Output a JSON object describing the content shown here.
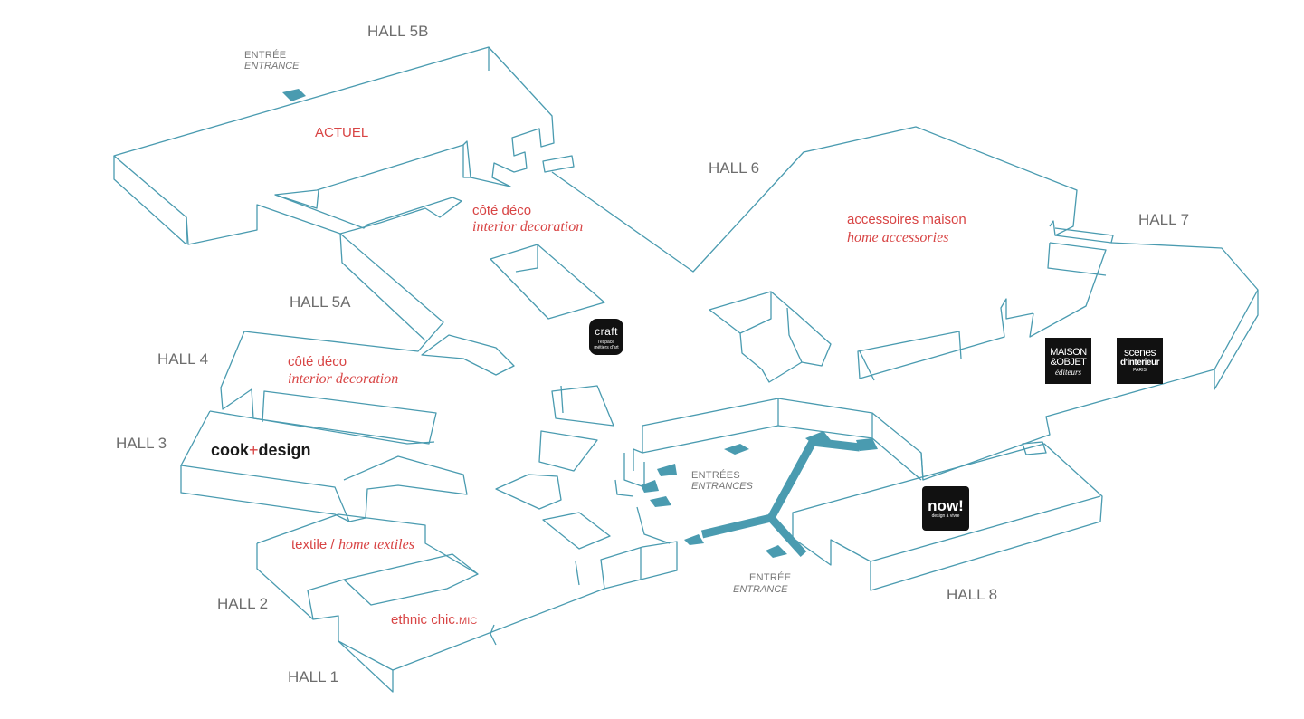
{
  "halls": {
    "h5b": "HALL 5B",
    "h6": "HALL 6",
    "h7": "HALL 7",
    "h5a": "HALL 5A",
    "h4": "HALL 4",
    "h3": "HALL 3",
    "h2": "HALL 2",
    "h1": "HALL 1",
    "h8": "HALL 8"
  },
  "sections": {
    "actuel": "ACTUEL",
    "cote_deco_fr": "côté déco",
    "cote_deco_en": "interior decoration",
    "accessoires_fr": "accessoires maison",
    "accessoires_en": "home accessories",
    "cote_deco2_fr": "côté déco",
    "cote_deco2_en": "interior decoration",
    "textile_fr": "textile /",
    "textile_en": "home textiles",
    "ethnic": "ethnic chic.",
    "ethnic_mic": "MIC",
    "cook_a": "cook",
    "cook_plus": "+",
    "cook_b": "design"
  },
  "entrances": {
    "top_fr": "ENTRÉE",
    "top_en": "ENTRANCE",
    "mid_fr": "ENTRÉES",
    "mid_en": "ENTRANCES",
    "bottom_fr": "ENTRÉE",
    "bottom_en": "ENTRANCE"
  },
  "logos": {
    "craft_title": "craft",
    "craft_sub1": "l'espace",
    "craft_sub2": "métiers d'art",
    "mo_line1": "MAISON",
    "mo_line2": "&OBJET",
    "mo_line3": "éditeurs",
    "scenes_line1": "scenes",
    "scenes_line2": "d'interieur",
    "scenes_line3": "PARIS",
    "now_title": "now!",
    "now_sub": "design à vivre"
  },
  "colors": {
    "outline": "#4a9bb0",
    "arrow": "#4a9bb0",
    "section_text": "#d84444",
    "hall_text": "#6d6d6d"
  }
}
